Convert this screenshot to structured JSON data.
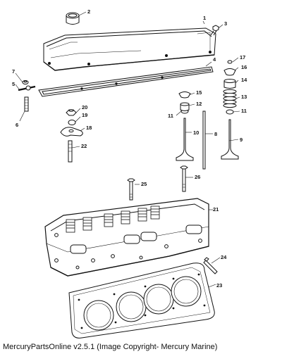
{
  "parts": [
    "1",
    "2",
    "3",
    "4",
    "5",
    "6",
    "7",
    "8",
    "9",
    "10",
    "11",
    "11",
    "12",
    "13",
    "14",
    "15",
    "16",
    "17",
    "18",
    "19",
    "20",
    "21",
    "22",
    "23",
    "24",
    "25",
    "26"
  ],
  "caption": "MercuryPartsOnline v2.5.1 (Image Copyright- Mercury Marine)"
}
